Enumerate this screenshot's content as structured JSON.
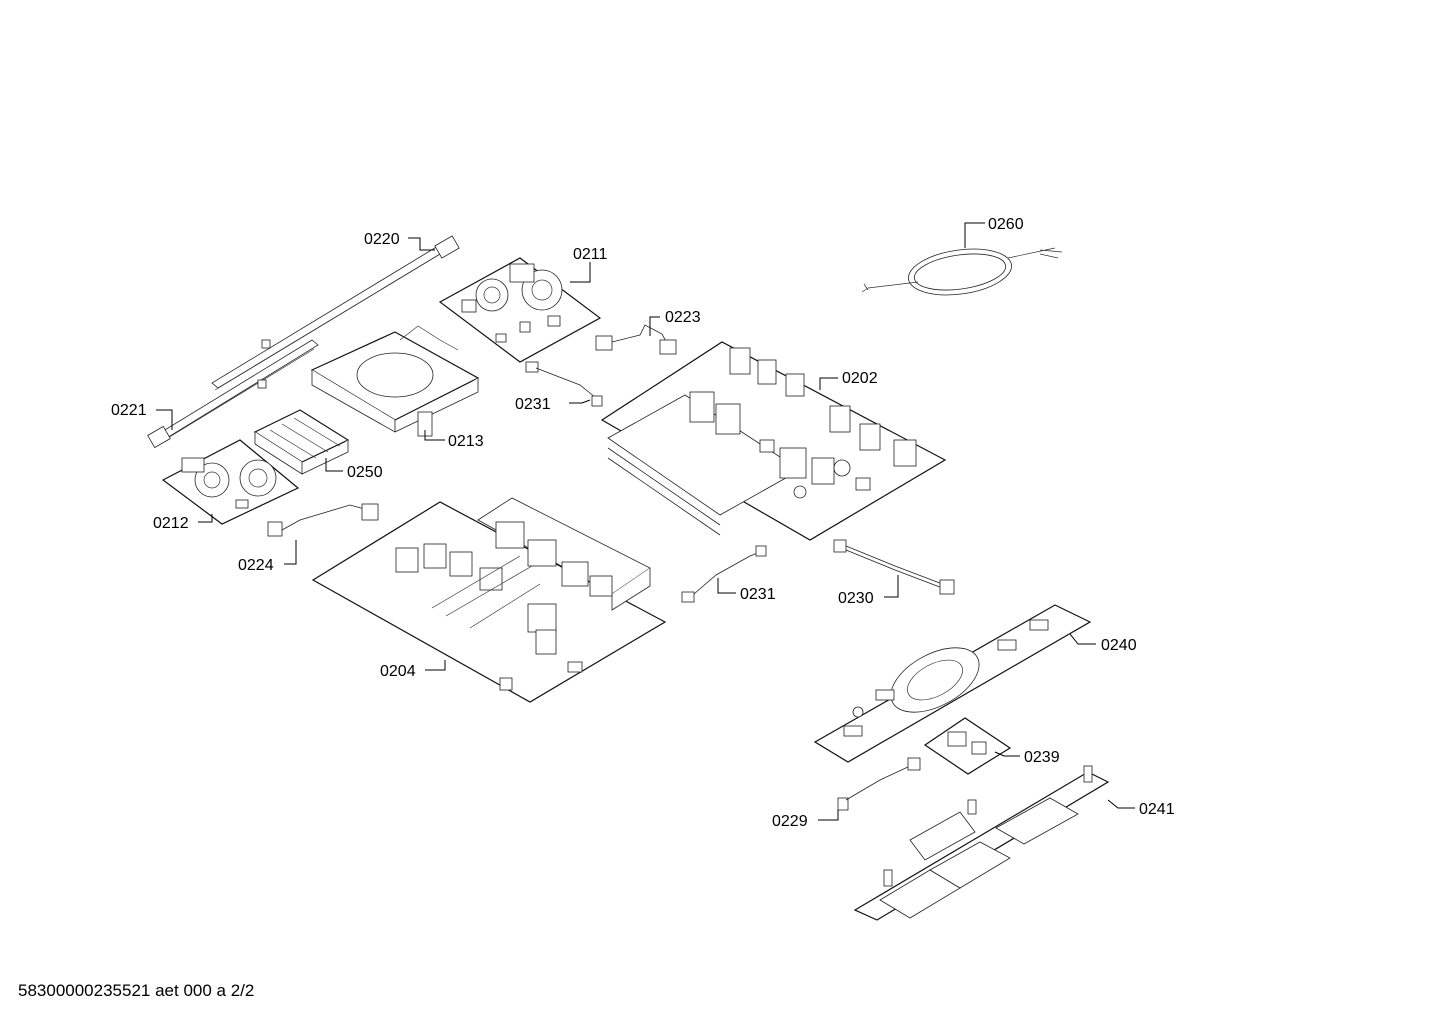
{
  "labels": {
    "p0220": "0220",
    "p0211": "0211",
    "p0260": "0260",
    "p0223": "0223",
    "p0202": "0202",
    "p0221": "0221",
    "p0231a": "0231",
    "p0213": "0213",
    "p0250": "0250",
    "p0212": "0212",
    "p0224": "0224",
    "p0231b": "0231",
    "p0230": "0230",
    "p0204": "0204",
    "p0240": "0240",
    "p0239": "0239",
    "p0229": "0229",
    "p0241": "0241"
  },
  "footer": {
    "doc_id": "58300000235521 aet 000 a 2/2"
  }
}
